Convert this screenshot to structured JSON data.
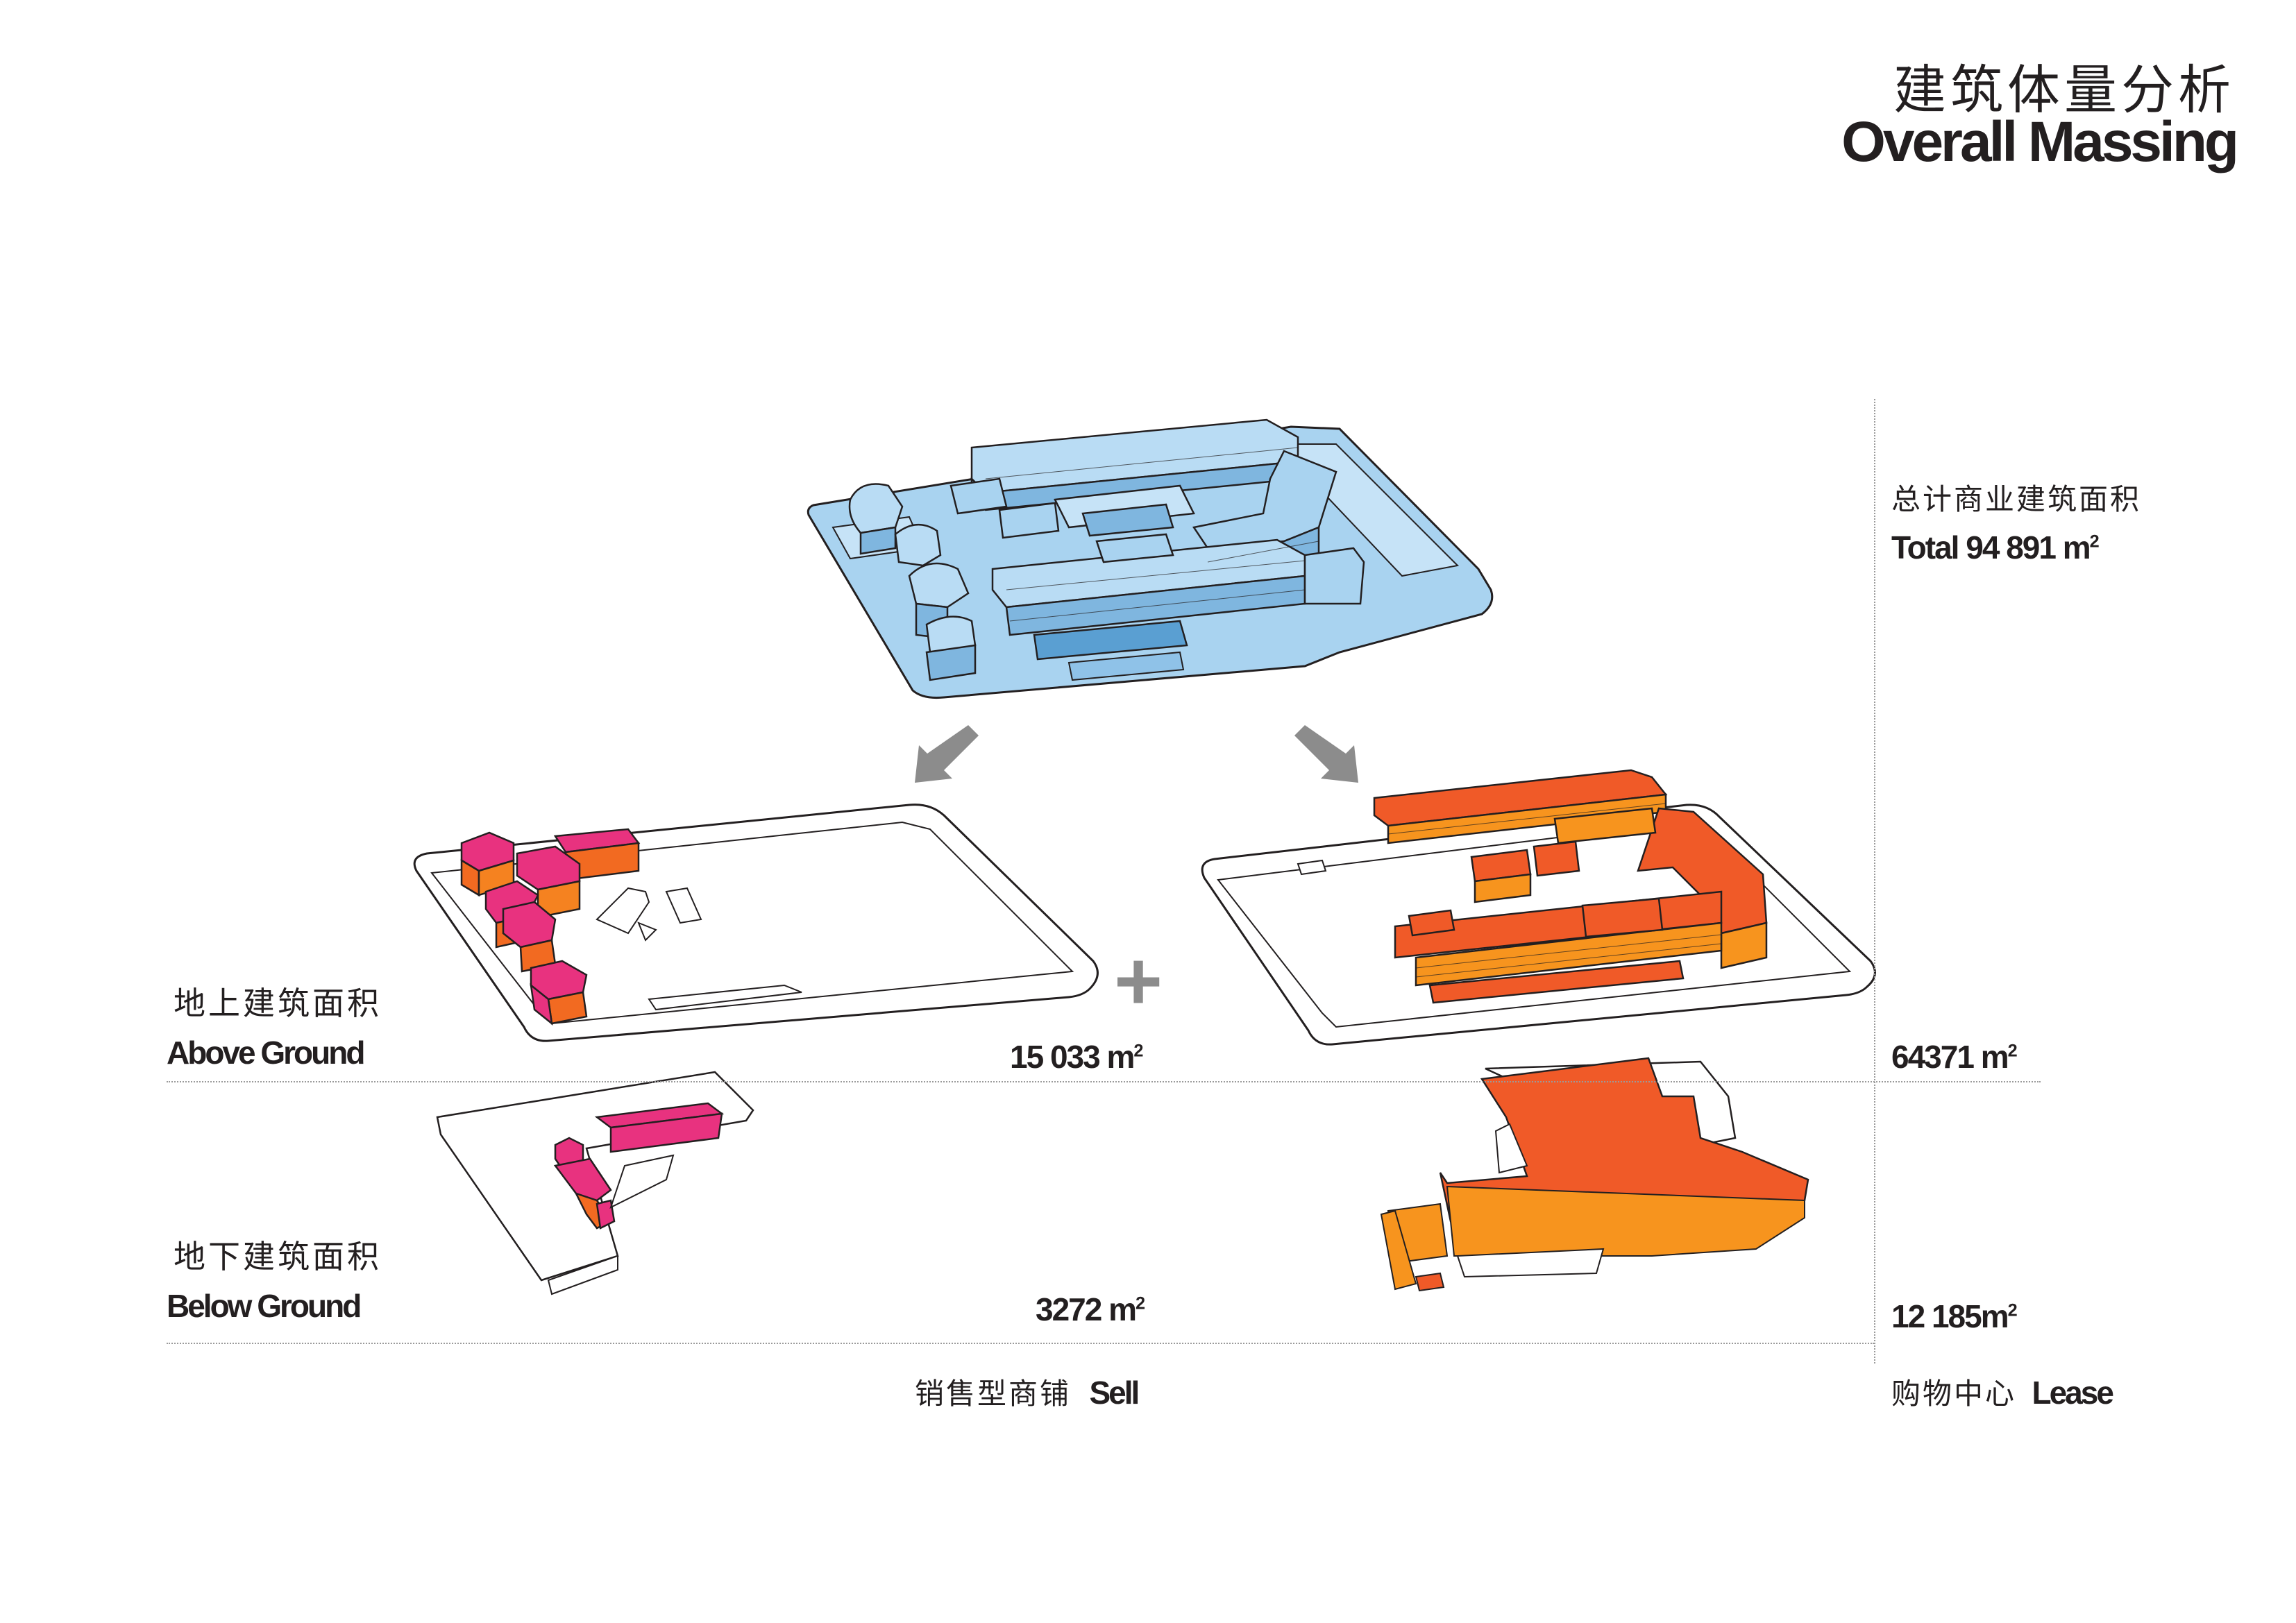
{
  "header": {
    "title_cn": "建筑体量分析",
    "title_en": "Overall Massing"
  },
  "total": {
    "label_cn": "总计商业建筑面积",
    "label_en": "Total 94 891",
    "unit": "m",
    "unit_sup": "2"
  },
  "rows": {
    "above": {
      "label_cn": "地上建筑面积",
      "label_en": "Above Ground",
      "sell_value": "15 033 m",
      "lease_value": "64371 m",
      "sup": "2"
    },
    "below": {
      "label_cn": "地下建筑面积",
      "label_en": "Below Ground",
      "sell_value": "3272 m",
      "lease_value": "12 185m",
      "sup": "2"
    }
  },
  "columns": {
    "sell": {
      "label_cn": "销售型商铺",
      "label_en": "Sell"
    },
    "lease": {
      "label_cn": "购物中心",
      "label_en": "Lease"
    }
  },
  "plus_sign": "+",
  "colors": {
    "overall_blue": "#a9d3f0",
    "overall_blue_dark": "#7fb6df",
    "sell_magenta": "#e8327f",
    "sell_orange": "#f26a21",
    "lease_orange": "#f05a28",
    "lease_light": "#f7941e",
    "arrow_gray": "#8c8c8c",
    "outline": "#231f20"
  }
}
